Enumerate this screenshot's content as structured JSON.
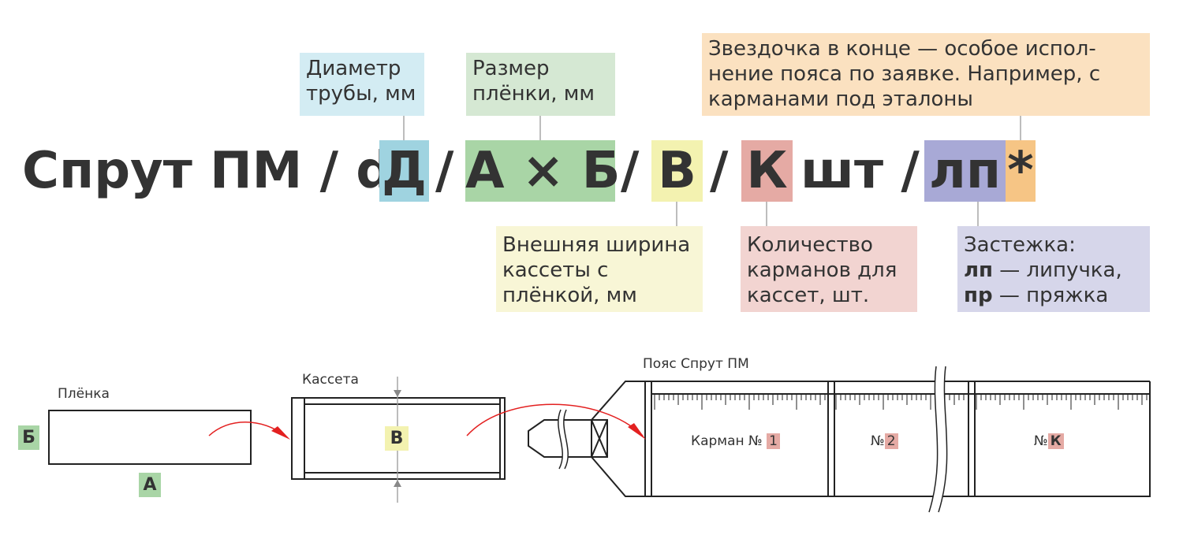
{
  "formula": {
    "prefix": "Спрут ПМ / d",
    "diameter": "Д",
    "sep1": "/",
    "size": "А × Б",
    "sep2": "/",
    "width": "В",
    "sep3": "/",
    "count": "К",
    "count_unit": "шт /",
    "fastener": "лп",
    "special": "*"
  },
  "labels": {
    "diameter": "Диаметр трубы, мм",
    "size": "Размер плёнки, мм",
    "special": "Звездочка в конце — особое испол-нение пояса по заявке. Например, с карманами под эталоны",
    "width": "Внешняя ширина кассеты с плёнкой, мм",
    "count": "Количество карманов для кассет, шт.",
    "fastener_title": "Застежка:",
    "fastener_lp_code": "лп",
    "fastener_lp_text": " — липучка,",
    "fastener_pr_code": "пр",
    "fastener_pr_text": " — пряжка"
  },
  "colors": {
    "blue": "#9fd3e0",
    "blue_light": "#d3ecf3",
    "green": "#a9d5a6",
    "green_light": "#d5e8d3",
    "yellow": "#f3f2b0",
    "yellow_light": "#f8f6d6",
    "pink": "#e5aaa4",
    "pink_light": "#f2d4d1",
    "purple": "#a8a9d6",
    "purple_light": "#d6d6ea",
    "orange": "#f6c585",
    "orange_light": "#fbe1c0",
    "arrow": "#e32020"
  },
  "diagram": {
    "film_label": "Плёнка",
    "film_b": "Б",
    "film_a": "А",
    "cassette_label": "Кассета",
    "cassette_v": "В",
    "belt_label": "Пояс Спрут ПМ",
    "pocket1_prefix": "Карман №",
    "pocket1_num": "1",
    "pocket2_prefix": "№",
    "pocket2_num": "2",
    "pocketk_prefix": "№",
    "pocketk_num": "К"
  }
}
